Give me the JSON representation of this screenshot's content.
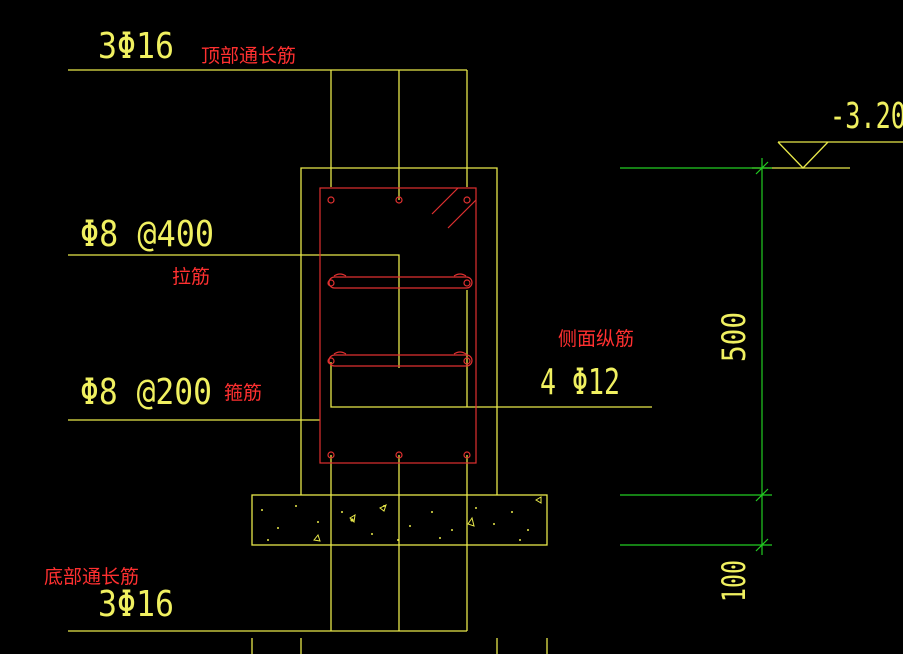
{
  "colors": {
    "background": "#000000",
    "line_yellow": "#e8e84a",
    "line_red": "#e03030",
    "line_green": "#22cc22",
    "label_red": "#ff3030",
    "text_yellow": "#f0f060"
  },
  "labels": {
    "top_rebar_spec": "3Φ16",
    "top_rebar_name": "顶部通长筋",
    "tie_spec": "Φ8 @400",
    "tie_name": "拉筋",
    "stirrup_spec": "Φ8 @200",
    "stirrup_name": "箍筋",
    "side_rebar_name": "侧面纵筋",
    "side_rebar_spec": "4 Φ12",
    "bottom_rebar_name": "底部通长筋",
    "bottom_rebar_spec": "3Φ16",
    "elevation": "-3.20",
    "dim_height": "500",
    "dim_cushion": "100"
  }
}
